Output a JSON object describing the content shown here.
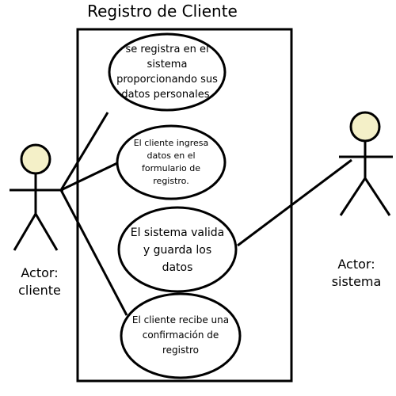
{
  "diagram": {
    "title": "Registro de Cliente",
    "colors": {
      "stroke": "#000000",
      "actor_head_fill": "#f4f0c8",
      "background": "#ffffff"
    },
    "use_cases": [
      {
        "id": "uc1",
        "text": "se registra en el sistema proporcionando sus datos personales."
      },
      {
        "id": "uc2",
        "text": "El cliente ingresa datos en el formulario de registro."
      },
      {
        "id": "uc3",
        "text": "El sistema valida y guarda los datos"
      },
      {
        "id": "uc4",
        "text": "El cliente recibe una confirmación de registro"
      }
    ],
    "actors": [
      {
        "id": "cliente",
        "label_line1": "Actor:",
        "label_line2": "cliente"
      },
      {
        "id": "sistema",
        "label_line1": "Actor:",
        "label_line2": "sistema"
      }
    ],
    "associations": [
      {
        "from": "cliente",
        "to": "uc1"
      },
      {
        "from": "cliente",
        "to": "uc2"
      },
      {
        "from": "cliente",
        "to": "uc4"
      },
      {
        "from": "sistema",
        "to": "uc3"
      }
    ]
  }
}
